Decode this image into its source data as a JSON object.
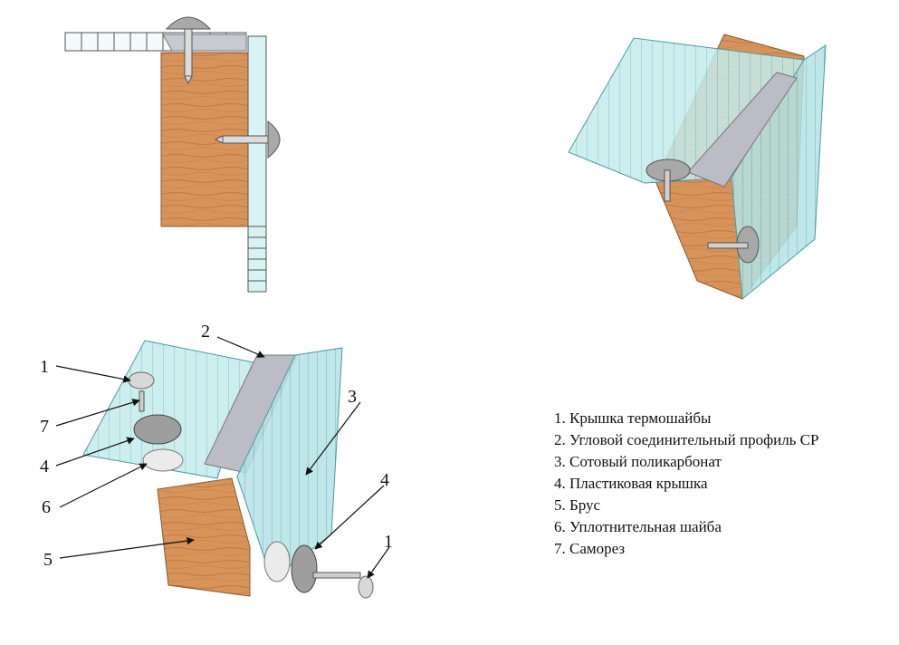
{
  "callouts": [
    {
      "id": "c1a",
      "label": "1"
    },
    {
      "id": "c7",
      "label": "7"
    },
    {
      "id": "c4a",
      "label": "4"
    },
    {
      "id": "c6",
      "label": "6"
    },
    {
      "id": "c5",
      "label": "5"
    },
    {
      "id": "c2",
      "label": "2"
    },
    {
      "id": "c3",
      "label": "3"
    },
    {
      "id": "c4b",
      "label": "4"
    },
    {
      "id": "c1b",
      "label": "1"
    }
  ],
  "legend": {
    "items": [
      "1. Крышка термошайбы",
      "2. Угловой соединительный профиль СР",
      "3. Сотовый поликарбонат",
      "4. Пластиковая крышка",
      "5. Брус",
      "6. Уплотнительная шайба",
      "7. Саморез"
    ]
  },
  "colors": {
    "wood": "#d7935a",
    "wood_dark": "#b8733f",
    "polycarbonate": "#bfe8ea",
    "polycarbonate_edge": "#5aa6ad",
    "profile": "#b9b9c4",
    "profile_dark": "#8d8d99",
    "metal": "#9a9a9a"
  }
}
